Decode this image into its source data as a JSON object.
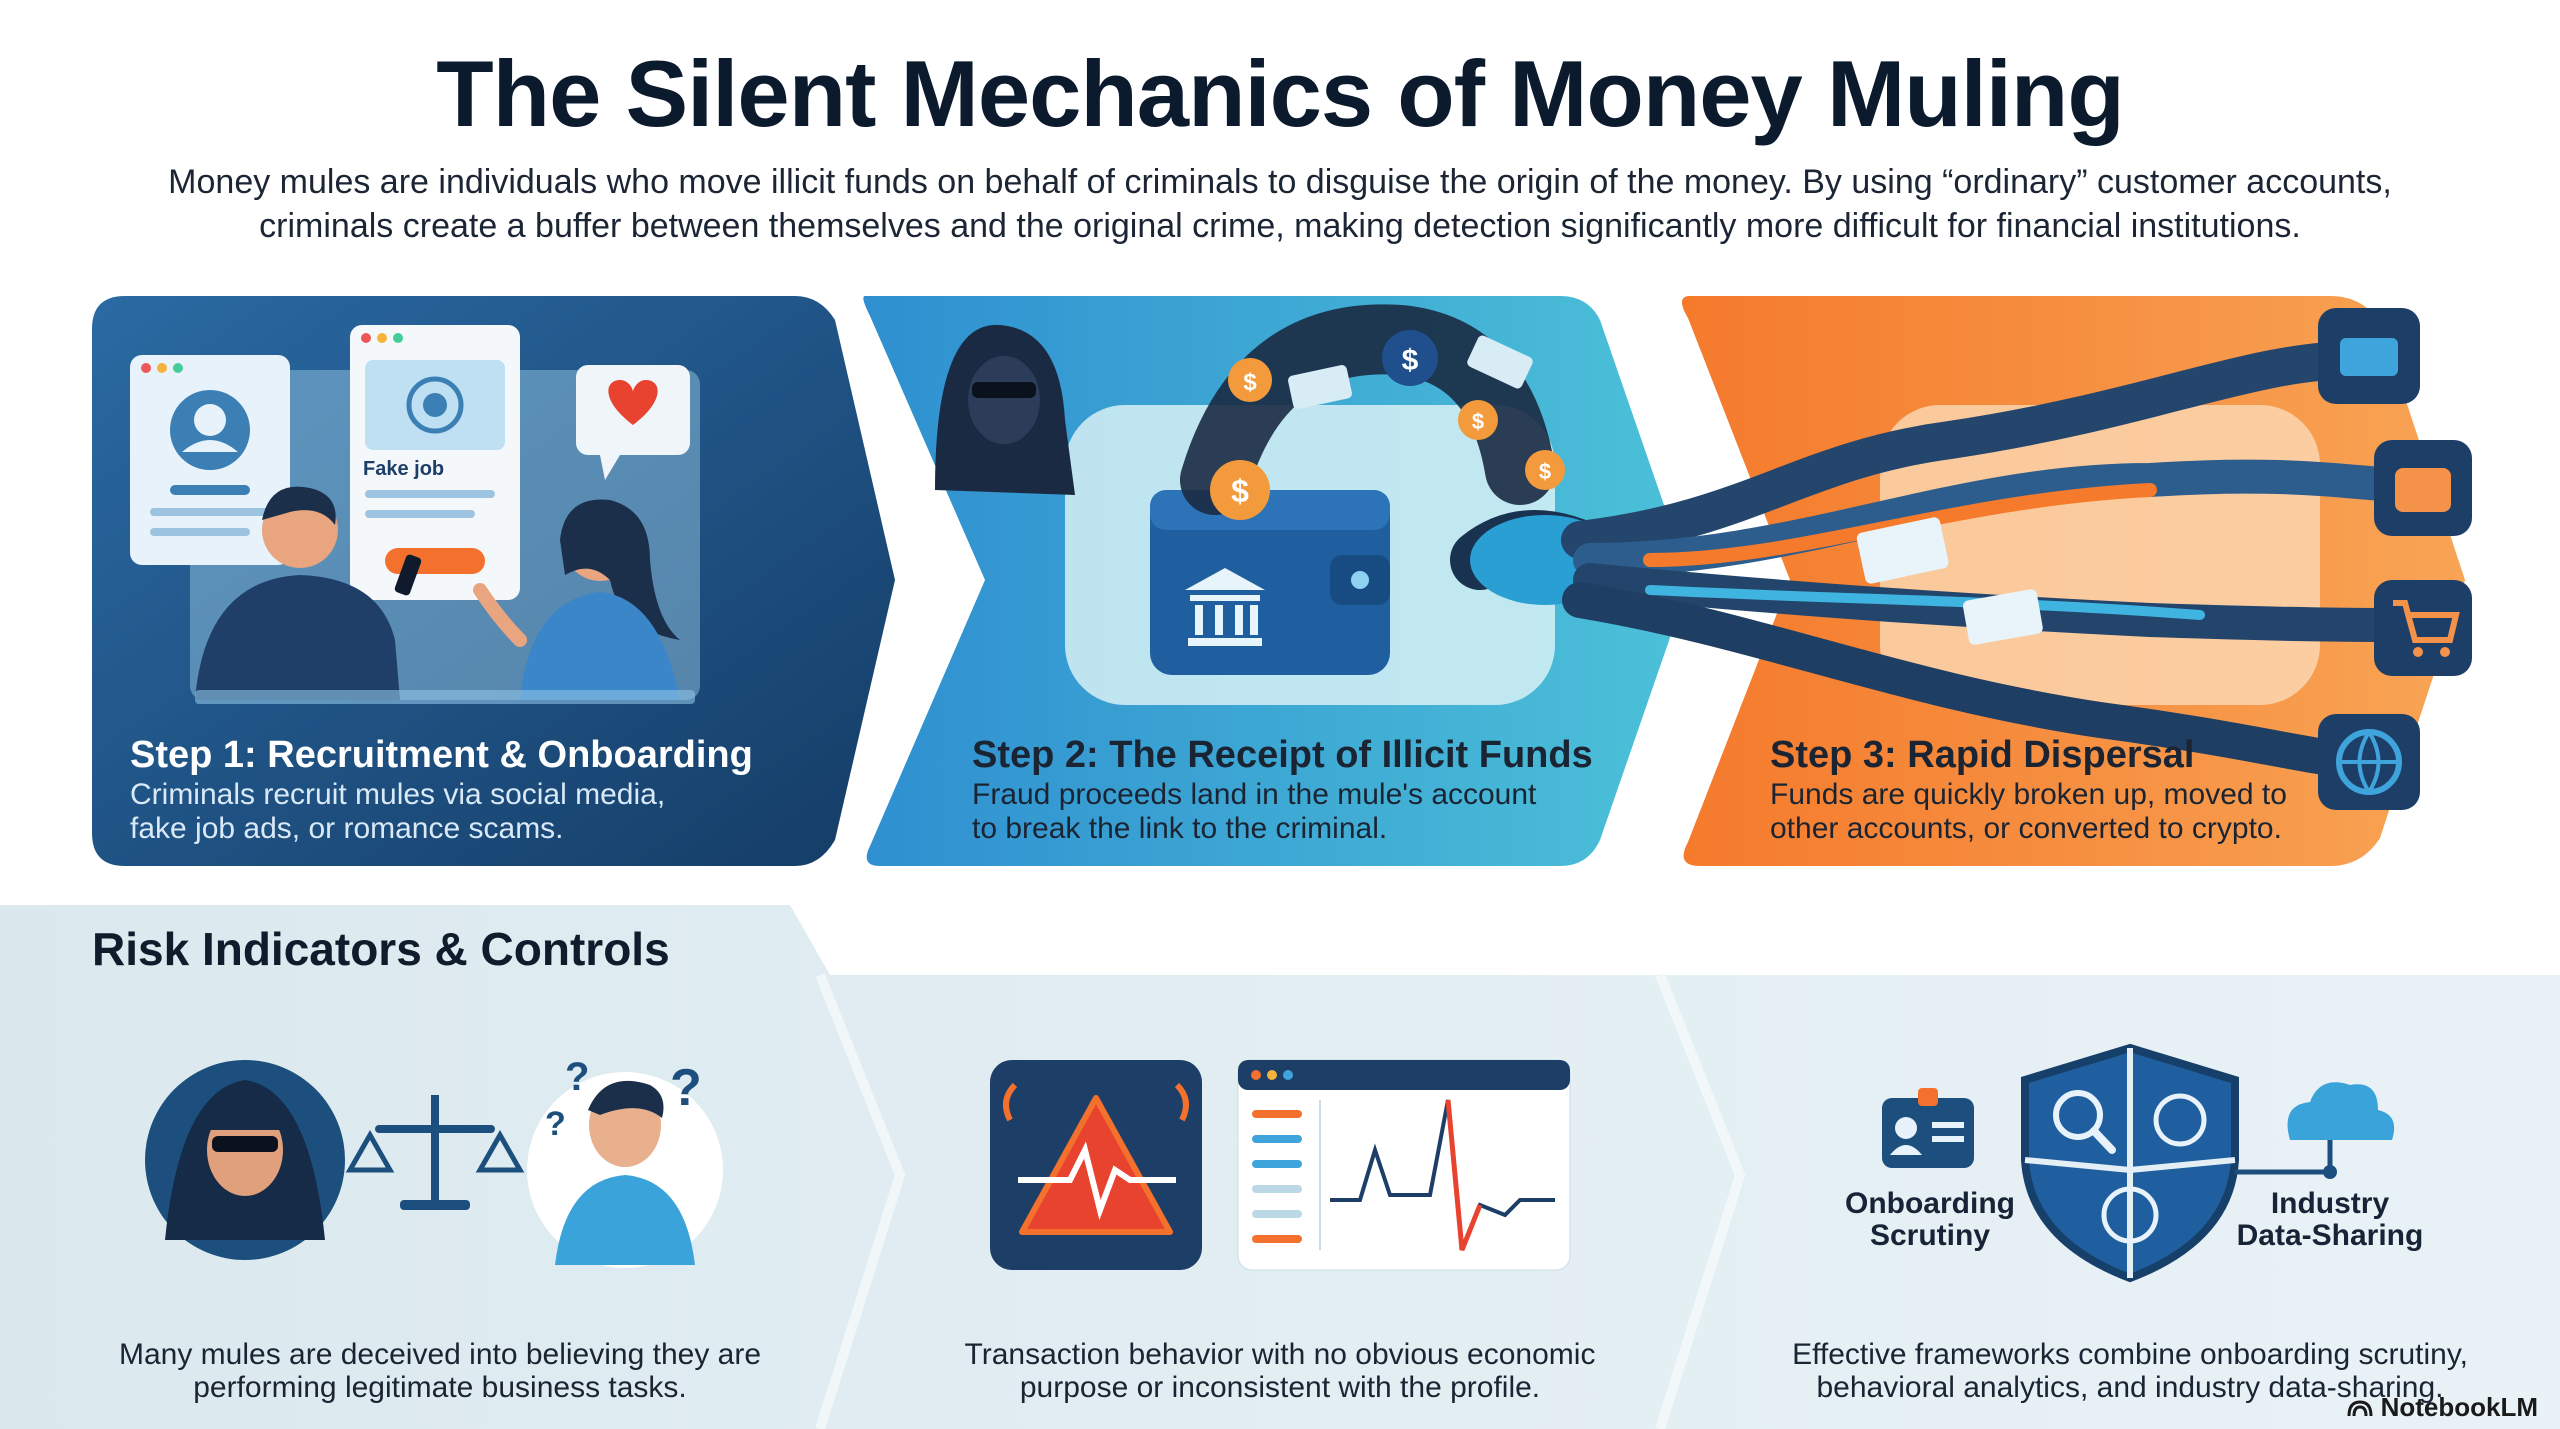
{
  "title": "The Silent Mechanics of Money Muling",
  "intro": {
    "line1": "Money mules are individuals who move illicit funds on behalf of criminals to disguise the origin of the money. By using “ordinary” customer accounts,",
    "line2": "criminals create a buffer between themselves and the original crime, making detection significantly more difficult for financial institutions."
  },
  "steps": [
    {
      "title": "Step 1: Recruitment & Onboarding",
      "body_line1": "Criminals recruit mules via social media,",
      "body_line2": "fake job ads, or romance scams.",
      "illustration_label": "Fake job"
    },
    {
      "title": "Step 2: The Receipt of Illicit Funds",
      "body_line1": "Fraud proceeds land in the mule's account",
      "body_line2": "to break the link to the criminal."
    },
    {
      "title": "Step 3: Rapid Dispersal",
      "body_line1": "Funds are quickly broken up, moved to",
      "body_line2": "other accounts, or converted to crypto."
    }
  ],
  "risk": {
    "heading": "Risk Indicators & Controls",
    "captions": [
      {
        "line1": "Many mules are deceived into believing they are",
        "line2": "performing legitimate business tasks."
      },
      {
        "line1": "Transaction behavior with no obvious economic",
        "line2": "purpose or inconsistent with the profile."
      },
      {
        "line1": "Effective frameworks combine onboarding scrutiny,",
        "line2": "behavioral analytics, and industry data-sharing."
      }
    ],
    "controls": {
      "onboarding_line1": "Onboarding",
      "onboarding_line2": "Scrutiny",
      "industry_line1": "Industry",
      "industry_line2": "Data-Sharing"
    }
  },
  "brand": "NotebookLM",
  "colors": {
    "step1": "#1d4f7e",
    "step2": "#36a9d8",
    "step3": "#f58a3a",
    "risk_bg": "#e3eff4",
    "alert_red": "#e8432f",
    "navy": "#16365c"
  }
}
